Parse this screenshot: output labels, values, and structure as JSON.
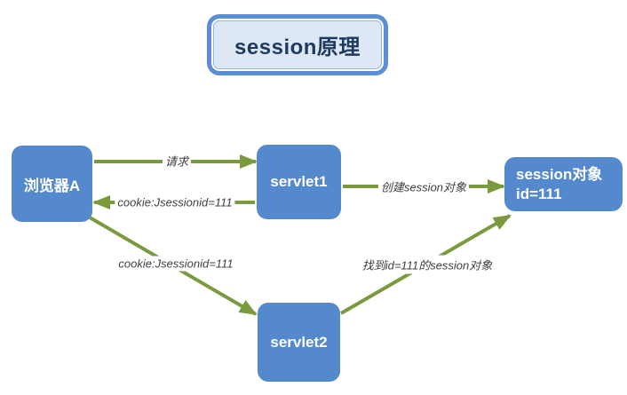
{
  "title": "session原理",
  "nodes": {
    "browser_a": {
      "label": "浏览器A"
    },
    "servlet1": {
      "label": "servlet1"
    },
    "servlet2": {
      "label": "servlet2"
    },
    "session_object": {
      "line1": "session对象",
      "line2": "id=111"
    }
  },
  "edge_labels": {
    "request": "请求",
    "cookie_return": "cookie:Jsessionid=111",
    "create_session": "创建session对象",
    "cookie_to_servlet2": "cookie:Jsessionid=111",
    "find_session": "找到id=111的session对象"
  },
  "colors": {
    "node_fill": "#5589CE",
    "node_text": "#FFFFFF",
    "title_fill": "#DEE8F5",
    "title_border": "#5C8ED3",
    "title_text": "#1E3A5F",
    "arrow": "#7A9A3D",
    "edge_label_text": "#3F3F3F"
  }
}
